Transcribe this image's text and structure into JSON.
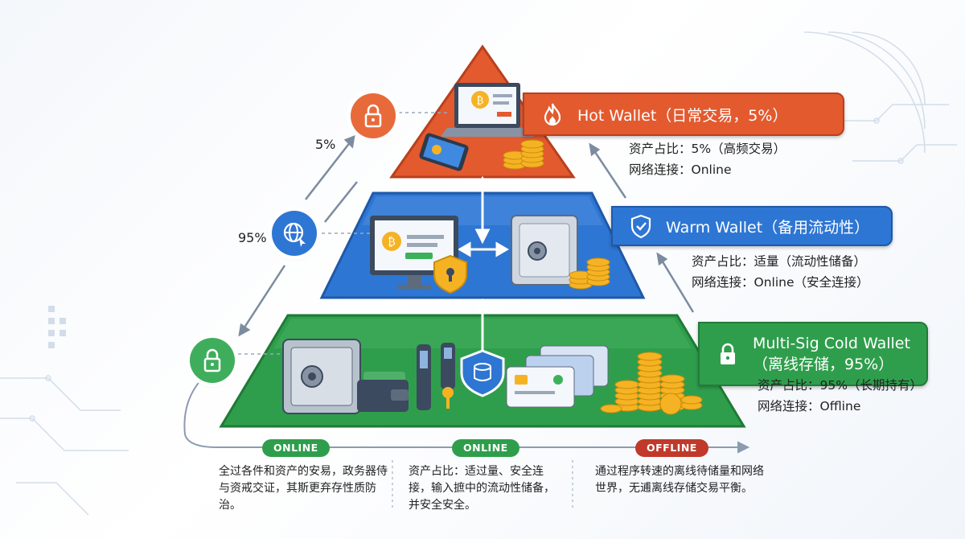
{
  "tiers": {
    "hot": {
      "title": "Hot Wallet（日常交易，5%）",
      "share": "资产占比：5%（高频交易）",
      "network": "网络连接：Online",
      "color": "#e35a2f",
      "icon": "flame-icon"
    },
    "warm": {
      "title": "Warm Wallet（备用流动性）",
      "share": "资产占比：适量（流动性储备）",
      "network": "网络连接：Online（安全连接）",
      "color": "#2e76d3",
      "icon": "shield-check-icon"
    },
    "cold": {
      "title_line1": "Multi-Sig Cold Wallet",
      "title_line2": "（离线存储，95%）",
      "share": "资产占比：95%（长期持有）",
      "network": "网络连接：Offline",
      "color": "#2f9e4c",
      "icon": "lock-icon"
    }
  },
  "flow": {
    "pct_top": "5%",
    "pct_middle": "95%",
    "icons": [
      "padlock-icon",
      "globe-cursor-icon",
      "padlock-icon"
    ]
  },
  "bottom": {
    "pills": [
      {
        "label": "ONLINE",
        "color": "#2f9e4c"
      },
      {
        "label": "ONLINE",
        "color": "#2f9e4c"
      },
      {
        "label": "OFFLINE",
        "color": "#c0392b"
      }
    ],
    "notes": [
      "全过各件和资产的安易，政务器侍与资戒交证，其斯更弃存性质防治。",
      "资产占比：适过量、安全连接，输入摭中的流动性储备，并安全安全。",
      "通过程序转速的离线待储量和网络世界，无逋离线存储交易平衡。"
    ]
  }
}
